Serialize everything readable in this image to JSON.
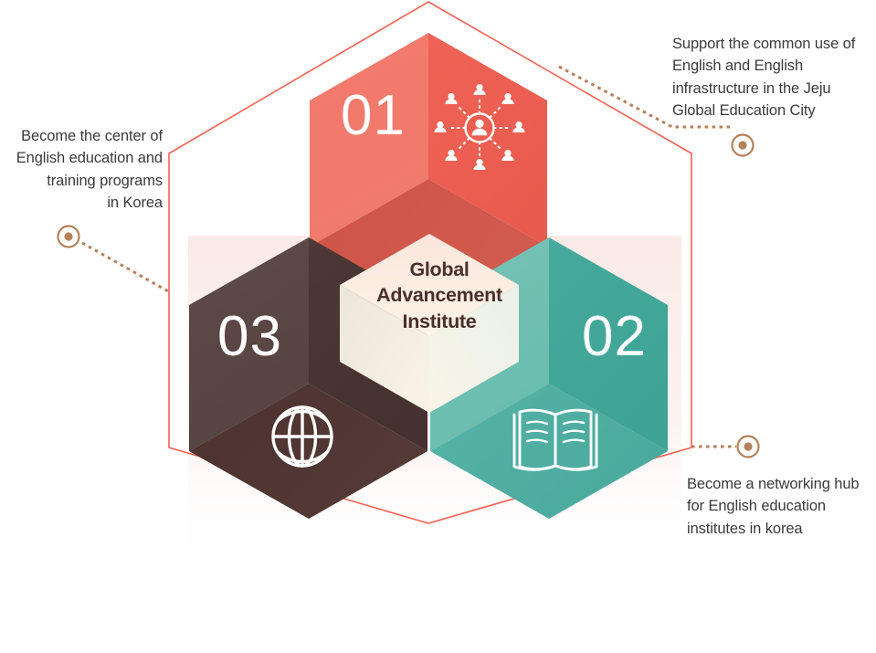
{
  "diagram": {
    "title": "Global Advancement Institute",
    "center": {
      "label": "Global\nAdvancement\nInstitute",
      "text_color": "#4a2f2b"
    },
    "colors": {
      "coral_light": "#F4796B",
      "coral_mid": "#EE5F53",
      "coral_dark": "#CF5348",
      "teal_light": "#6FC0B3",
      "teal_mid": "#43A79A",
      "teal_dark": "#4FB0A3",
      "brown_light": "#5A4743",
      "brown_mid": "#4B3330",
      "brown_dark": "#553F3B",
      "outline": "#F4594A",
      "connector": "#B5815A",
      "center_cream": "#FBF1E2",
      "background_tint": "#FAEDEA",
      "text_dark": "#3b3b3b"
    },
    "hexagons": [
      {
        "number": "01",
        "color_name": "coral",
        "icon": "network-people-icon",
        "icon_label": "network of people",
        "position": "top"
      },
      {
        "number": "02",
        "color_name": "teal",
        "icon": "open-book-icon",
        "icon_label": "open book",
        "position": "bottom-right"
      },
      {
        "number": "03",
        "color_name": "brown",
        "icon": "globe-icon",
        "icon_label": "globe",
        "position": "bottom-left"
      }
    ],
    "callouts": [
      {
        "id": "callout-top-right",
        "text": "Support the common use of\nEnglish and English\ninfrastructure in the Jeju\nGlobal Education City",
        "align": "left",
        "linked_to": "01"
      },
      {
        "id": "callout-left",
        "text": "Become the center of\nEnglish education and\ntraining programs\nin Korea",
        "align": "right",
        "linked_to": "03"
      },
      {
        "id": "callout-bottom-right",
        "text": "Become a networking hub\nfor English education\ninstitutes in korea",
        "align": "left",
        "linked_to": "02"
      }
    ]
  }
}
